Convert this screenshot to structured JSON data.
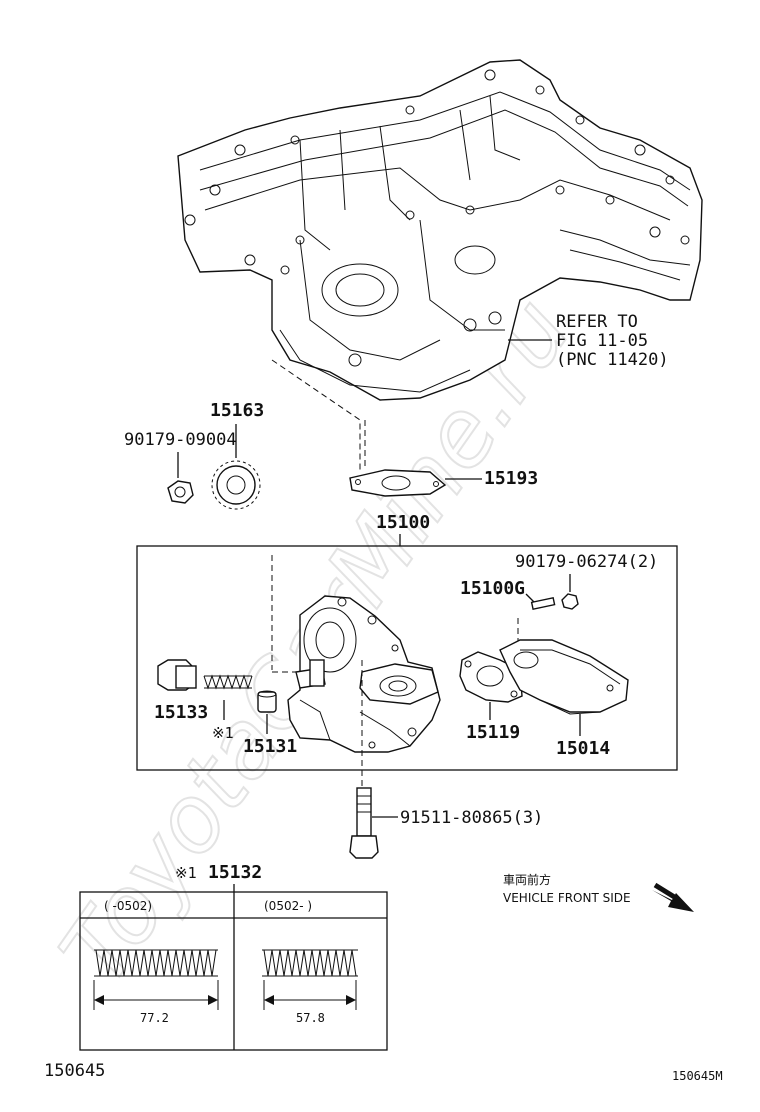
{
  "watermark": "ToyotaCarMine.ru",
  "parts": {
    "refer": {
      "line1": "REFER TO",
      "line2": "FIG 11-05",
      "line3": "(PNC 11420)"
    },
    "p15163": "15163",
    "p90179_09004": "90179-09004",
    "p15193": "15193",
    "p15100": "15100",
    "p90179_06274": "90179-06274(2)",
    "p15100G": "15100G",
    "p15133": "15133",
    "p15131": "15131",
    "p15119": "15119",
    "p15014": "15014",
    "note_mark": "※1",
    "p91511_80865": "91511-80865(3)"
  },
  "spring_table": {
    "note": "※1",
    "part": "15132",
    "left_header": "(     -0502)",
    "right_header": "(0502-     )",
    "left_length": "77.2",
    "right_length": "57.8"
  },
  "vehicle_front": {
    "jp": "車両前方",
    "en": "VEHICLE FRONT SIDE"
  },
  "footer": {
    "left": "150645",
    "right": "150645M"
  }
}
